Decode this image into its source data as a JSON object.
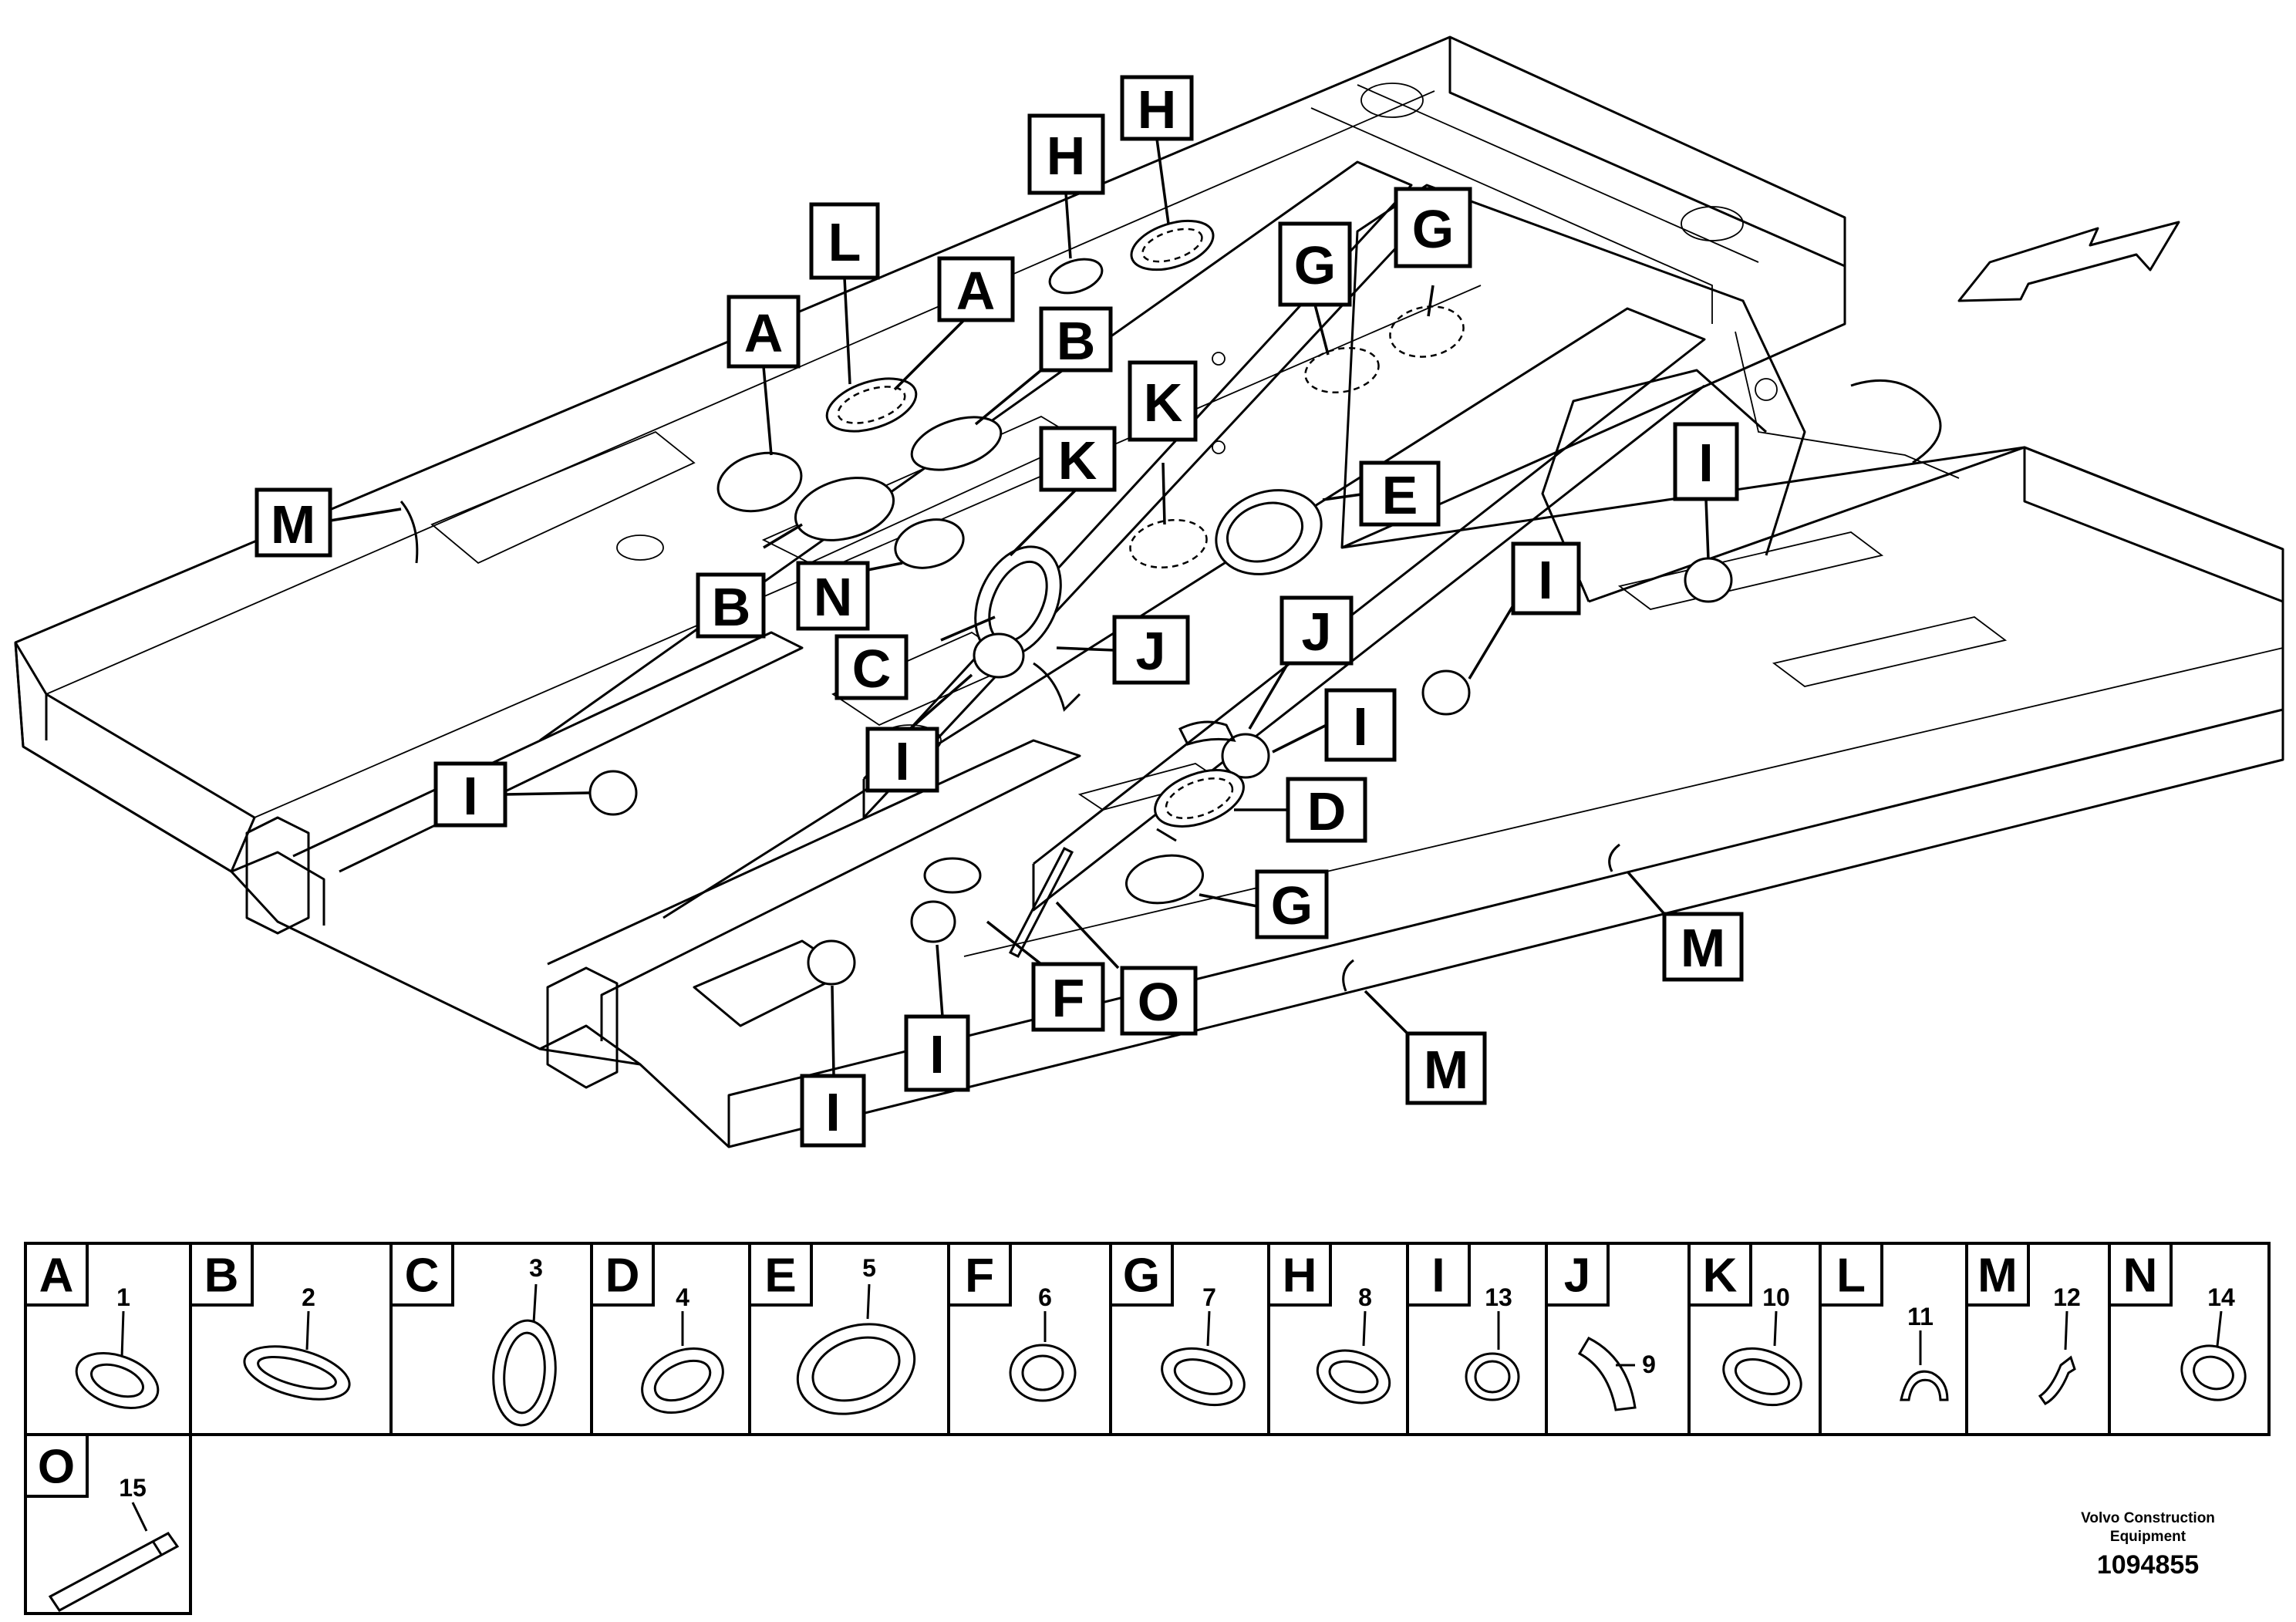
{
  "callouts": [
    "H",
    "H",
    "L",
    "A",
    "A",
    "B",
    "G",
    "G",
    "K",
    "K",
    "M",
    "B",
    "N",
    "E",
    "C",
    "J",
    "I",
    "J",
    "I",
    "I",
    "I",
    "D",
    "G",
    "F",
    "O",
    "M",
    "M",
    "I",
    "I",
    "I"
  ],
  "legend": [
    {
      "letter": "A",
      "number": "1"
    },
    {
      "letter": "B",
      "number": "2"
    },
    {
      "letter": "C",
      "number": "3"
    },
    {
      "letter": "D",
      "number": "4"
    },
    {
      "letter": "E",
      "number": "5"
    },
    {
      "letter": "F",
      "number": "6"
    },
    {
      "letter": "G",
      "number": "7"
    },
    {
      "letter": "H",
      "number": "8"
    },
    {
      "letter": "I",
      "number": "13"
    },
    {
      "letter": "J",
      "number": "9"
    },
    {
      "letter": "K",
      "number": "10"
    },
    {
      "letter": "L",
      "number": "11"
    },
    {
      "letter": "M",
      "number": "12"
    },
    {
      "letter": "N",
      "number": "14"
    },
    {
      "letter": "O",
      "number": "15"
    }
  ],
  "footer": {
    "company_line1": "Volvo Construction",
    "company_line2": "Equipment",
    "drawing_number": "1094855"
  },
  "colors": {
    "ink": "#000000",
    "paper": "#ffffff"
  }
}
